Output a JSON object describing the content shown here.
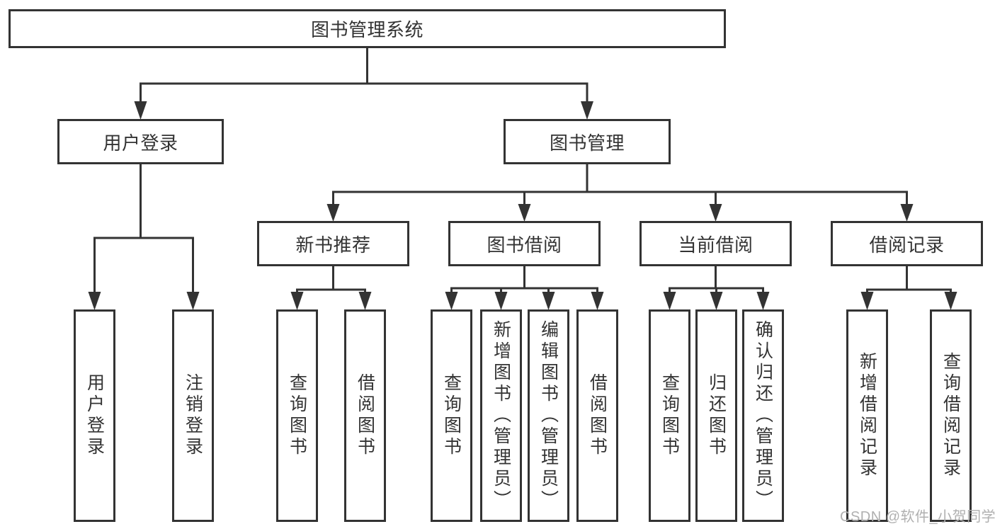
{
  "diagram": {
    "type": "tree-diagram",
    "title": "图书管理系统",
    "watermark": "CSDN @软件_小贺同学",
    "colors": {
      "line": "#333333",
      "box_border": "#333333",
      "text": "#333333",
      "background": "#ffffff",
      "watermark": "#b0b0b0"
    },
    "nodes": {
      "root": "图书管理系统",
      "user_login_module": "用户登录",
      "book_management_module": "图书管理",
      "user_login": "用户登录",
      "logout": "注销登录",
      "new_book_recommendation": "新书推荐",
      "book_borrowing": "图书借阅",
      "current_borrowing": "当前借阅",
      "borrowing_records": "借阅记录",
      "nb_query_books": "查询图书",
      "nb_borrow_books": "借阅图书",
      "bb_query_books": "查询图书",
      "bb_add_books_admin": "新增图书（管理员）",
      "bb_edit_books_admin": "编辑图书（管理员）",
      "bb_borrow_books": "借阅图书",
      "cb_query_books": "查询图书",
      "cb_return_books": "归还图书",
      "cb_confirm_return_admin": "确认归还（管理员）",
      "br_add_record": "新增借阅记录",
      "br_query_record": "查询借阅记录"
    },
    "hierarchy": [
      {
        "label": "图书管理系统",
        "children": [
          {
            "label": "用户登录",
            "children": [
              {
                "label": "用户登录"
              },
              {
                "label": "注销登录"
              }
            ]
          },
          {
            "label": "图书管理",
            "children": [
              {
                "label": "新书推荐",
                "children": [
                  {
                    "label": "查询图书"
                  },
                  {
                    "label": "借阅图书"
                  }
                ]
              },
              {
                "label": "图书借阅",
                "children": [
                  {
                    "label": "查询图书"
                  },
                  {
                    "label": "新增图书（管理员）"
                  },
                  {
                    "label": "编辑图书（管理员）"
                  },
                  {
                    "label": "借阅图书"
                  }
                ]
              },
              {
                "label": "当前借阅",
                "children": [
                  {
                    "label": "查询图书"
                  },
                  {
                    "label": "归还图书"
                  },
                  {
                    "label": "确认归还（管理员）"
                  }
                ]
              },
              {
                "label": "借阅记录",
                "children": [
                  {
                    "label": "新增借阅记录"
                  },
                  {
                    "label": "查询借阅记录"
                  }
                ]
              }
            ]
          }
        ]
      }
    ]
  }
}
